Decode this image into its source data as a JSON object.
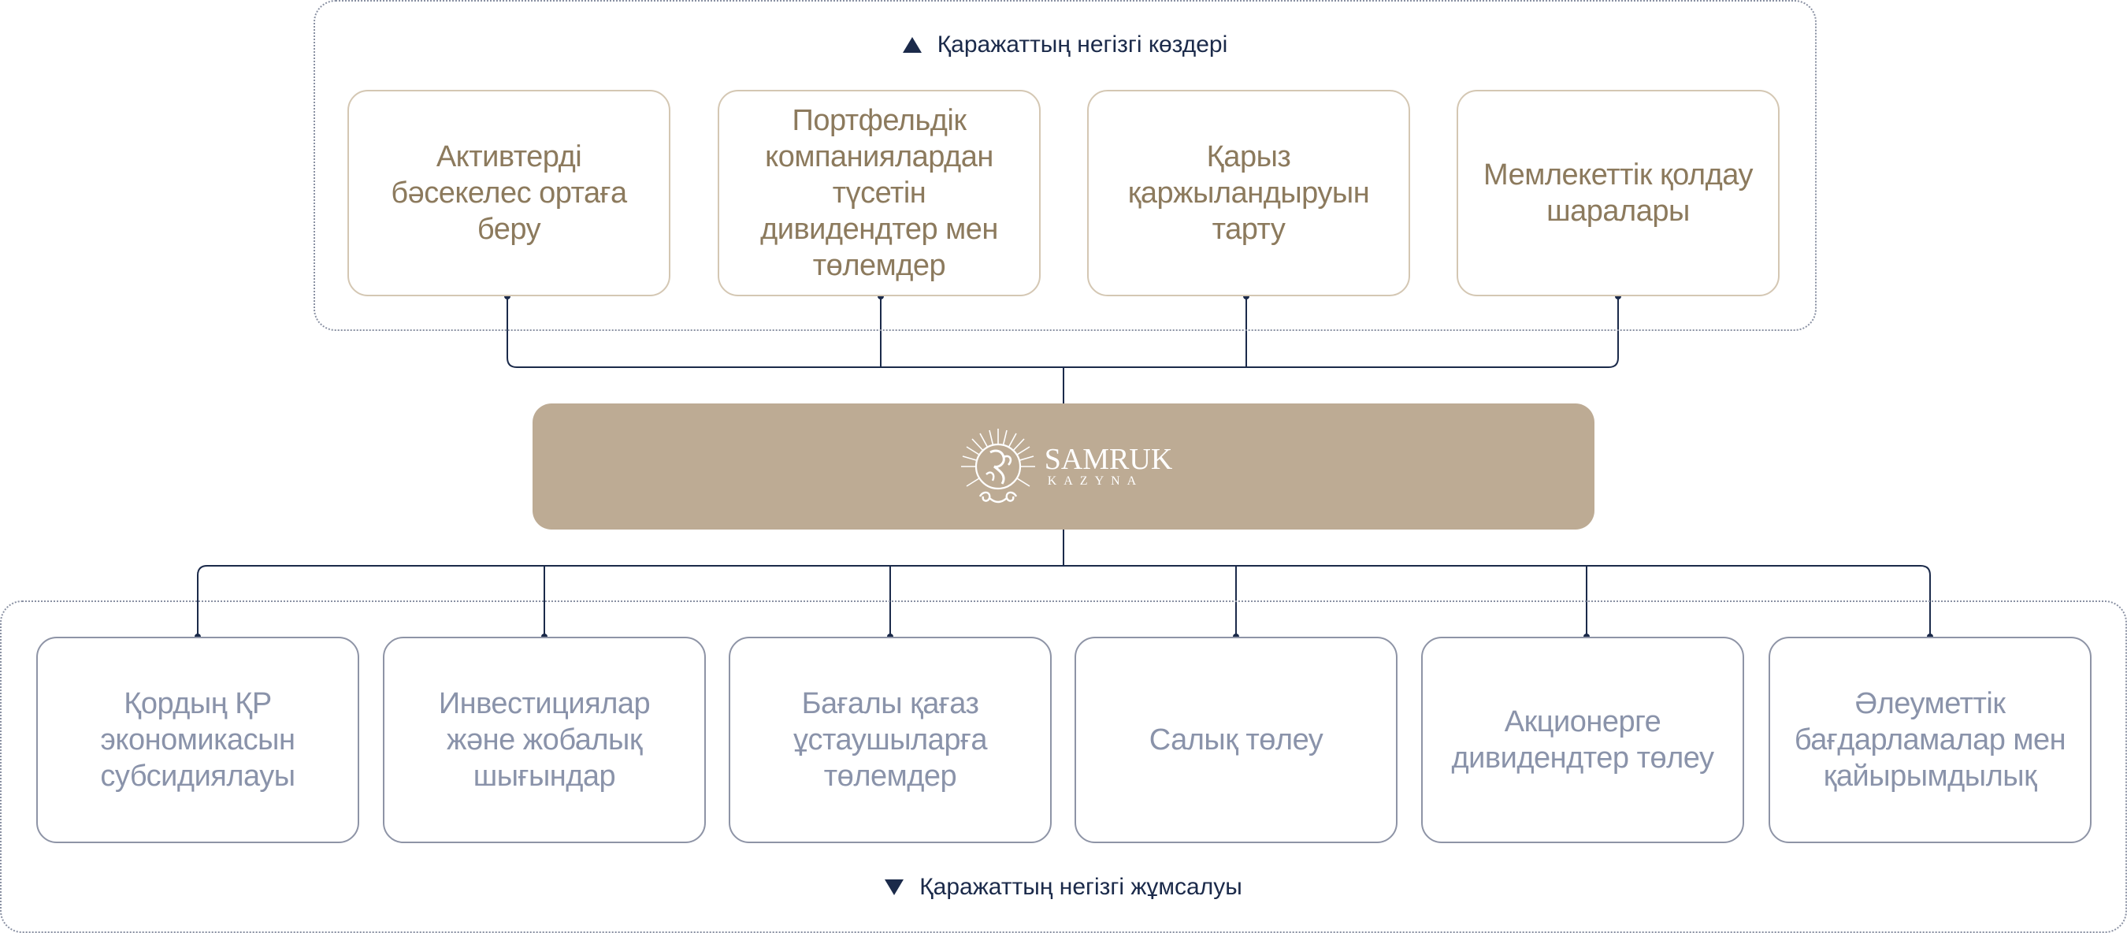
{
  "sources": {
    "title": "Қаражаттың негізгі көздері",
    "items": [
      {
        "label": "Активтерді бәсекелес ортаға беру"
      },
      {
        "label": "Портфельдік компаниялардан түсетін дивидендтер мен төлемдер"
      },
      {
        "label": "Қарыз қаржыландыруын тарту"
      },
      {
        "label": "Мемлекеттік қолдау шаралары"
      }
    ]
  },
  "center": {
    "logo_main": "SAMRUK",
    "logo_sub": "KAZYNA"
  },
  "uses": {
    "title": "Қаражаттың негізгі жұмсалуы",
    "items": [
      {
        "label": "Қордың ҚР экономикасын субсидиялауы"
      },
      {
        "label": "Инвестициялар және жобалық шығындар"
      },
      {
        "label": "Бағалы қағаз ұстаушыларға төлемдер"
      },
      {
        "label": "Салық төлеу"
      },
      {
        "label": "Акционерге дивидендтер төлеу"
      },
      {
        "label": "Әлеуметтік бағдарламалар мен қайырымдылық"
      }
    ]
  },
  "colors": {
    "navy": "#1b2a4a",
    "source_text": "#8c7a5d",
    "source_border": "#d4c7b3",
    "use_text": "#8a93aa",
    "use_border": "#8e94a6",
    "center_fill": "#bdab94"
  }
}
